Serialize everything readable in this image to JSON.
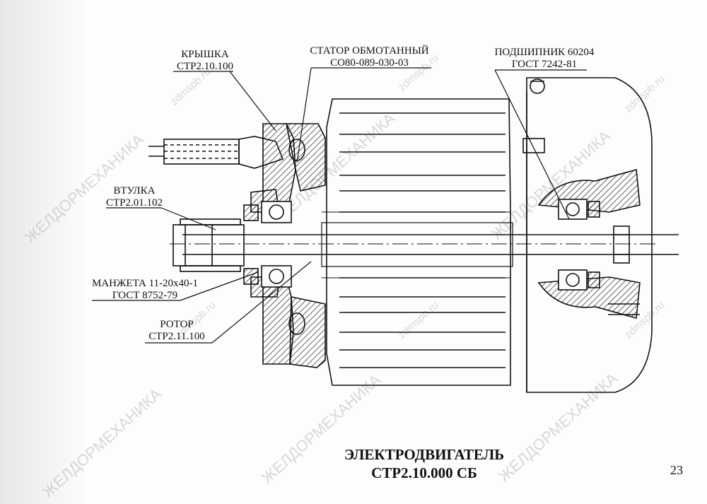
{
  "labels": {
    "cover": {
      "name": "КРЫШКА",
      "code": "СТР2.10.100"
    },
    "stator": {
      "name": "СТАТОР ОБМОТАННЫЙ",
      "code": "СО80-089-030-03"
    },
    "bearing": {
      "name": "ПОДШИПНИК 60204",
      "code": "ГОСТ 7242-81"
    },
    "bushing": {
      "name": "ВТУЛКА",
      "code": "СТР2.01.102"
    },
    "seal": {
      "name": "МАНЖЕТА 11-20х40-1",
      "code": "ГОСТ 8752-79"
    },
    "rotor": {
      "name": "РОТОР",
      "code": "СТР2.11.100"
    }
  },
  "title": {
    "line1": "ЭЛЕКТРОДВИГАТЕЛЬ",
    "line2": "СТР2.10.000 СБ"
  },
  "page_number": "23",
  "watermarks": {
    "brand": "ЖЕЛДОРМЕХАНИКА",
    "site": "zdmspb.ru"
  }
}
